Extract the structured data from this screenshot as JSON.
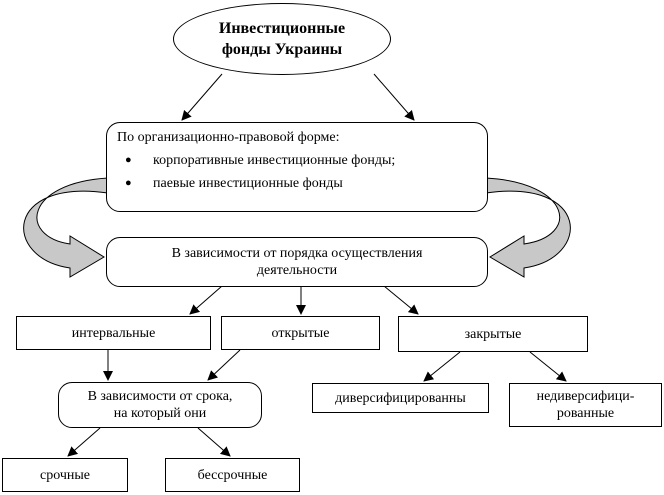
{
  "title": {
    "line1": "Инвестиционные",
    "line2": "фонды Украины"
  },
  "legal_form": {
    "heading": "По организационно-правовой форме:",
    "items": [
      "корпоративные инвестиционные фонды;",
      "паевые инвестиционные фонды"
    ]
  },
  "activity": {
    "line1": "В зависимости от порядка осуществления",
    "line2": "деятельности"
  },
  "activity_types": {
    "interval": "интервальные",
    "open": "открытые",
    "closed": "закрытые"
  },
  "term": {
    "line1": "В зависимости от срока,",
    "line2": "на который они"
  },
  "term_types": {
    "fixed": "срочные",
    "perpetual": "бессрочные"
  },
  "diversification": {
    "diversified": "диверсифицированны",
    "non_diversified_line1": "недиверсифици-",
    "non_diversified_line2": "рованные"
  }
}
